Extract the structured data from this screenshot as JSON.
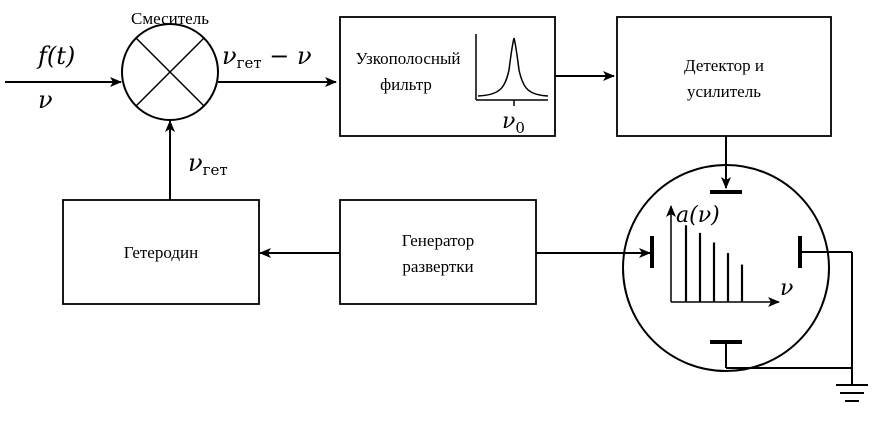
{
  "blocks": {
    "mixer": "Смеситель",
    "filter": [
      "Узкополосный",
      "фильтр"
    ],
    "detector": [
      "Детектор и",
      "усилитель"
    ],
    "heterodyne": "Гетеродин",
    "sweep": [
      "Генератор",
      "развертки"
    ]
  },
  "signals": {
    "input_f": "f(t)",
    "input_nu": "ν",
    "mixer_out": "νгет − ν",
    "heterodyne_freq": "νгет",
    "filter_center": "ν0",
    "screen_y": "a(ν)",
    "screen_x": "ν"
  },
  "spectrum_lines": [
    0.8,
    0.72,
    0.62,
    0.51,
    0.39
  ]
}
